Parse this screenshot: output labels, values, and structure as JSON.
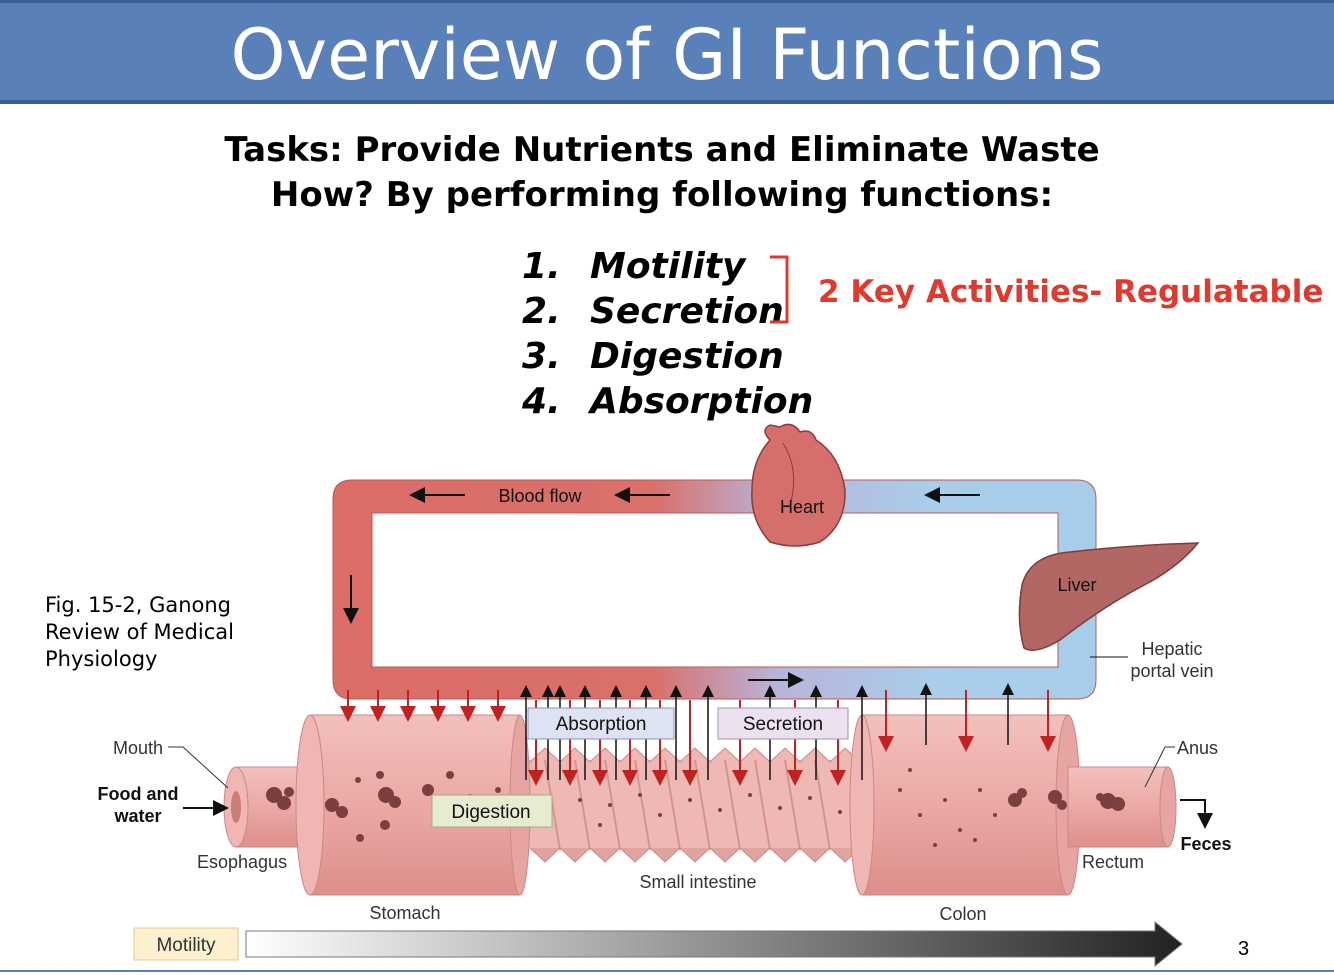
{
  "slide": {
    "title": "Overview of GI Functions",
    "subtitle_line1": "Tasks: Provide Nutrients and Eliminate Waste",
    "subtitle_line2": "How?  By performing following functions:",
    "functions": [
      {
        "num": "1.",
        "label": "Motility"
      },
      {
        "num": "2.",
        "label": "Secretion"
      },
      {
        "num": "3.",
        "label": "Digestion"
      },
      {
        "num": "4.",
        "label": "Absorption"
      }
    ],
    "key_activities": "2 Key Activities- Regulatable",
    "citation": [
      "Fig. 15-2, Ganong",
      "Review of Medical",
      "Physiology"
    ],
    "page_number": "3"
  },
  "diagram": {
    "blood_flow": "Blood flow",
    "heart": "Heart",
    "liver": "Liver",
    "hepatic_portal_vein": [
      "Hepatic",
      "portal vein"
    ],
    "absorption": "Absorption",
    "secretion": "Secretion",
    "digestion": "Digestion",
    "mouth": "Mouth",
    "food_and_water": [
      "Food and",
      "water"
    ],
    "esophagus": "Esophagus",
    "stomach": "Stomach",
    "small_intestine": "Small intestine",
    "colon": "Colon",
    "rectum": "Rectum",
    "anus": "Anus",
    "feces": "Feces",
    "motility": "Motility"
  },
  "colors": {
    "title_bar": "#5a80ba",
    "arterial_red": "#d9665f",
    "venous_blue": "#a7cdea",
    "accent_red": "#e03a2e",
    "gut_pink": "#efb6b4"
  }
}
